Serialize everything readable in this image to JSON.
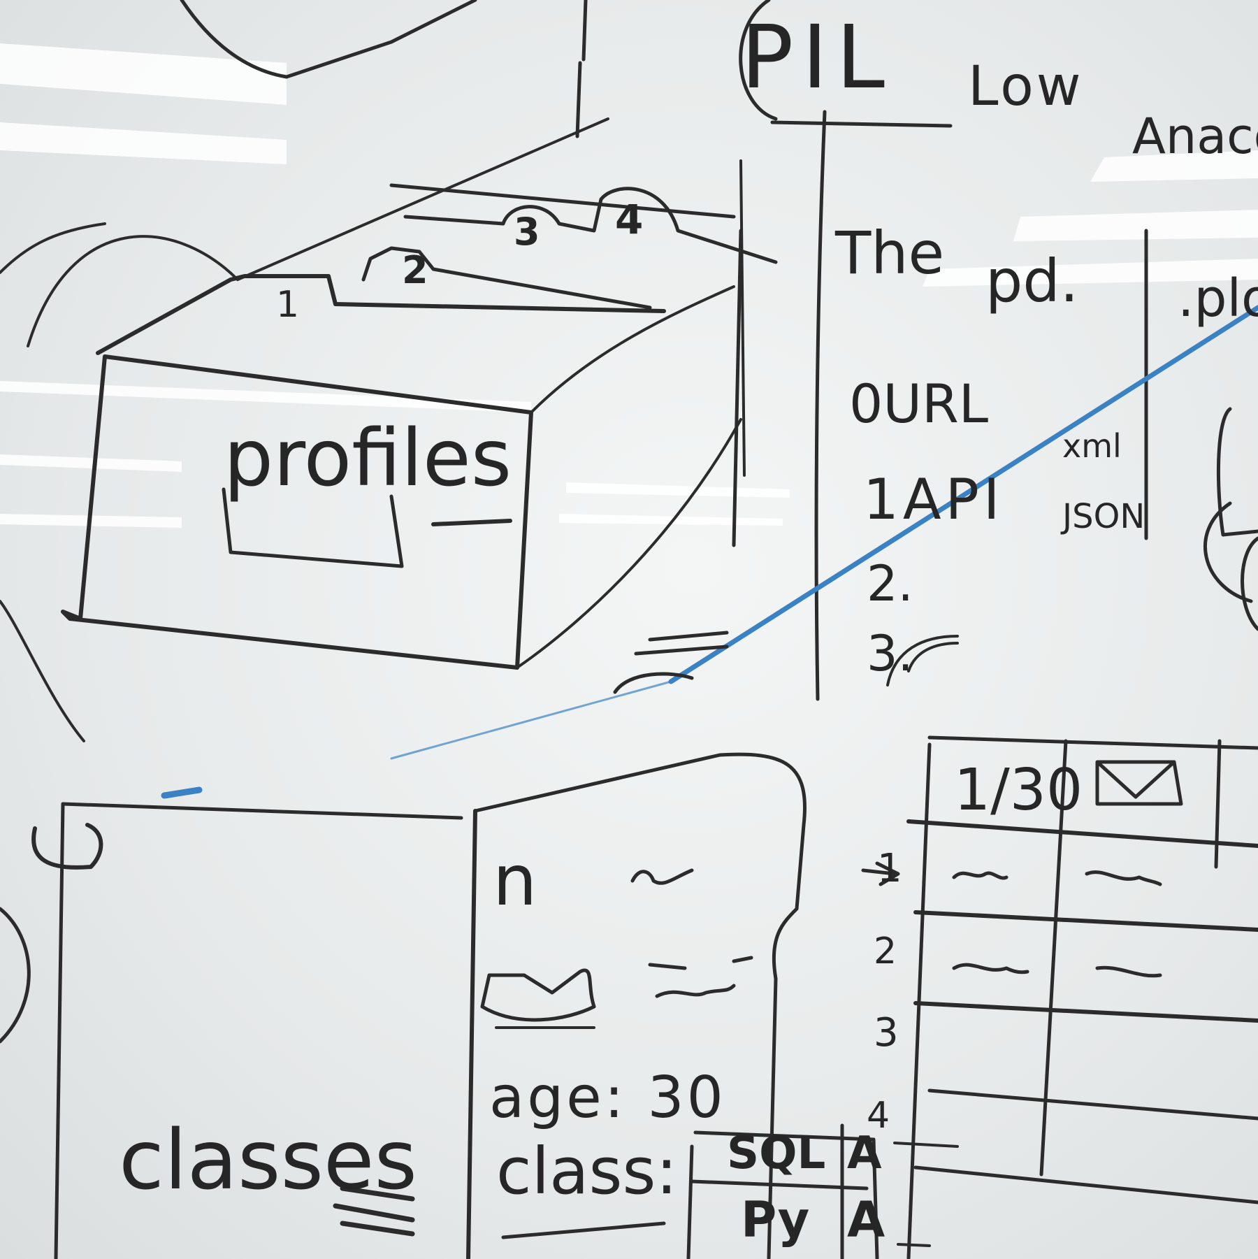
{
  "scene": "whiteboard",
  "colors": {
    "board": "#eceeee",
    "ink": "#2b2b2b",
    "blue_marker": "#3b82c4",
    "glare": "#ffffff"
  },
  "top": {
    "pil": "PIL",
    "low": "Low",
    "anacon": "Anacon"
  },
  "right_notes": {
    "the": "The",
    "pd": "pd.",
    "plo": ".plo",
    "url": "0URL",
    "api": "1API",
    "item2": "2.",
    "item3": "3.",
    "xml": "xml",
    "json": "JSON"
  },
  "folders": {
    "profiles": "profiles",
    "tabs": [
      "1",
      "2",
      "3",
      "4"
    ]
  },
  "card": {
    "name_key": "n",
    "email_key": "✉",
    "age_line": "age: 30",
    "class_key": "class:",
    "class_rows": [
      [
        "SQL",
        "A"
      ],
      [
        "Py",
        "A"
      ]
    ]
  },
  "classes_label": "classes",
  "table": {
    "header_date": "1/30",
    "row_numbers": [
      "1",
      "2",
      "3",
      "4"
    ]
  }
}
